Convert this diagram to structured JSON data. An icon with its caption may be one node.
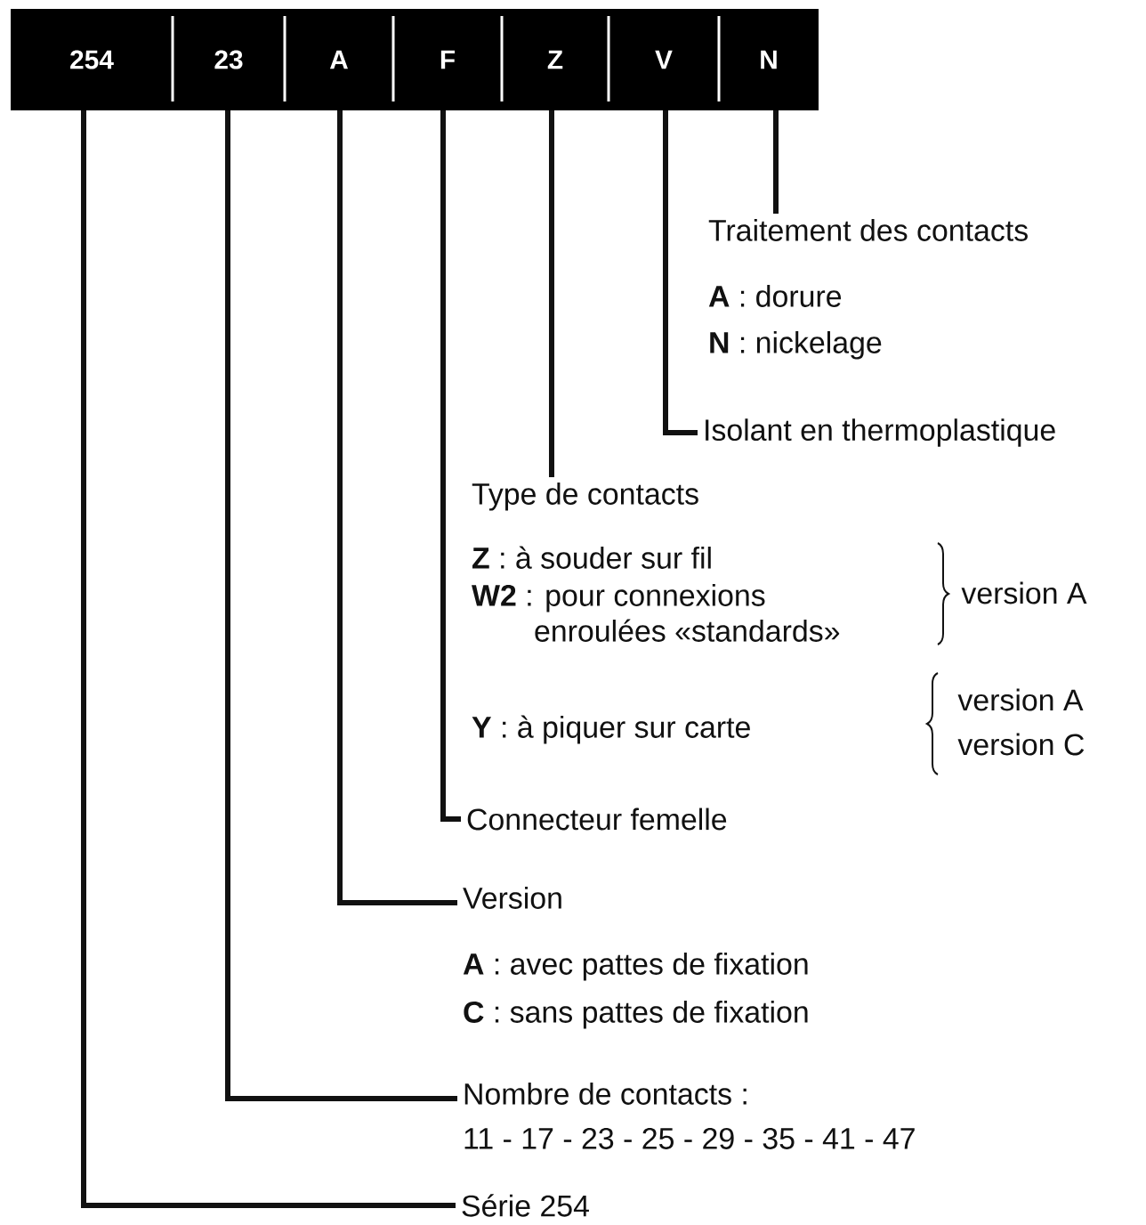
{
  "diagram": {
    "nodes": [
      {
        "text": [
          "254"
        ]
      },
      {
        "text": [
          "23"
        ]
      },
      {
        "text": [
          "A"
        ]
      },
      {
        "text": [
          "F"
        ]
      },
      {
        "text": [
          "Z"
        ]
      },
      {
        "text": [
          "V"
        ]
      },
      {
        "text": [
          "N"
        ]
      },
      {
        "text": [
          "Traitement des contacts",
          "**A** : dorure",
          "**N** : nickelage"
        ]
      },
      {
        "text": [
          "Isolant en thermoplastique"
        ]
      },
      {
        "text": [
          "Type de contacts",
          "**Z** : à souder sur fil",
          "**W2** : pour connexions enroulées «standards»",
          "**Y** : à piquer sur carte"
        ],
        "beside": [
          "version A",
          "version A",
          "version C"
        ]
      },
      {
        "text": [
          "Connecteur femelle"
        ]
      },
      {
        "text": [
          "Version",
          "**A** : avec pattes de fixation",
          "**C** : sans pattes de fixation"
        ]
      },
      {
        "text": [
          "Nombre de contacts :",
          "11 - 17 - 23 - 25 - 29 - 35 - 41 - 47"
        ]
      },
      {
        "text": [
          "Série 254"
        ]
      }
    ],
    "edges": [
      {
        "from": 6,
        "to": 7,
        "arrow": "none"
      },
      {
        "from": 5,
        "to": 8,
        "arrow": "none"
      },
      {
        "from": 4,
        "to": 9,
        "arrow": "none"
      },
      {
        "from": 3,
        "to": 10,
        "arrow": "none"
      },
      {
        "from": 2,
        "to": 11,
        "arrow": "none"
      },
      {
        "from": 1,
        "to": 12,
        "arrow": "none"
      },
      {
        "from": 0,
        "to": 13,
        "arrow": "none"
      }
    ]
  }
}
